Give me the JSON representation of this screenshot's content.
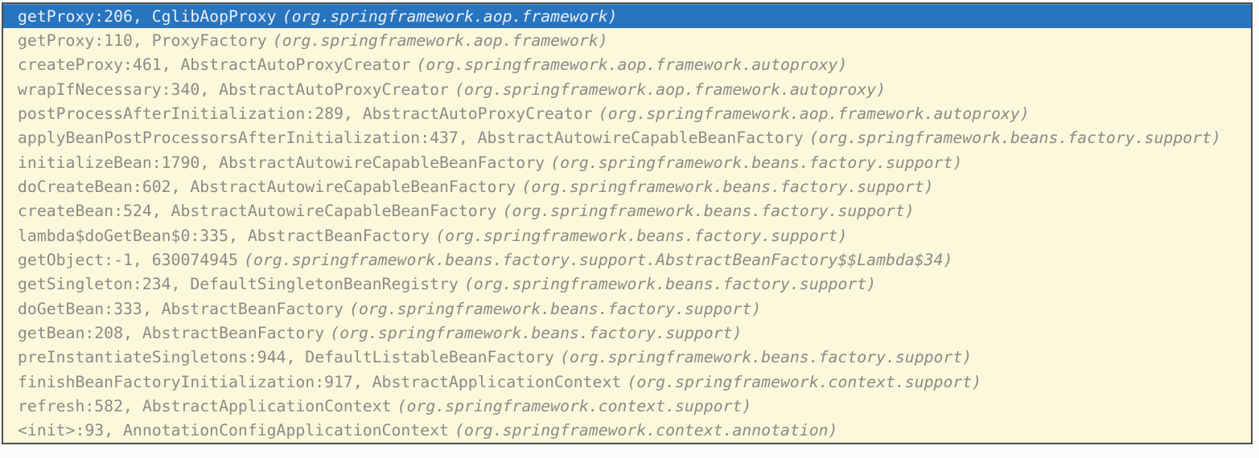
{
  "panel": {
    "name": "debugger-frames-stack-trace",
    "colors": {
      "background": "#fbf8dc",
      "border": "#4f4f4f",
      "selection_background": "#2874be",
      "selection_text": "#e7f0f9",
      "frame_text": "#8b8b85",
      "page_background": "#fbfbfb"
    }
  },
  "frames": {
    "items": [
      {
        "location": "getProxy:206, CglibAopProxy",
        "package_name": "(org.springframework.aop.framework)",
        "selected": true
      },
      {
        "location": "getProxy:110, ProxyFactory",
        "package_name": "(org.springframework.aop.framework)",
        "selected": false
      },
      {
        "location": "createProxy:461, AbstractAutoProxyCreator",
        "package_name": "(org.springframework.aop.framework.autoproxy)",
        "selected": false
      },
      {
        "location": "wrapIfNecessary:340, AbstractAutoProxyCreator",
        "package_name": "(org.springframework.aop.framework.autoproxy)",
        "selected": false
      },
      {
        "location": "postProcessAfterInitialization:289, AbstractAutoProxyCreator",
        "package_name": "(org.springframework.aop.framework.autoproxy)",
        "selected": false
      },
      {
        "location": "applyBeanPostProcessorsAfterInitialization:437, AbstractAutowireCapableBeanFactory",
        "package_name": "(org.springframework.beans.factory.support)",
        "selected": false
      },
      {
        "location": "initializeBean:1790, AbstractAutowireCapableBeanFactory",
        "package_name": "(org.springframework.beans.factory.support)",
        "selected": false
      },
      {
        "location": "doCreateBean:602, AbstractAutowireCapableBeanFactory",
        "package_name": "(org.springframework.beans.factory.support)",
        "selected": false
      },
      {
        "location": "createBean:524, AbstractAutowireCapableBeanFactory",
        "package_name": "(org.springframework.beans.factory.support)",
        "selected": false
      },
      {
        "location": "lambda$doGetBean$0:335, AbstractBeanFactory",
        "package_name": "(org.springframework.beans.factory.support)",
        "selected": false
      },
      {
        "location": "getObject:-1, 630074945",
        "package_name": "(org.springframework.beans.factory.support.AbstractBeanFactory$$Lambda$34)",
        "selected": false
      },
      {
        "location": "getSingleton:234, DefaultSingletonBeanRegistry",
        "package_name": "(org.springframework.beans.factory.support)",
        "selected": false
      },
      {
        "location": "doGetBean:333, AbstractBeanFactory",
        "package_name": "(org.springframework.beans.factory.support)",
        "selected": false
      },
      {
        "location": "getBean:208, AbstractBeanFactory",
        "package_name": "(org.springframework.beans.factory.support)",
        "selected": false
      },
      {
        "location": "preInstantiateSingletons:944, DefaultListableBeanFactory",
        "package_name": "(org.springframework.beans.factory.support)",
        "selected": false
      },
      {
        "location": "finishBeanFactoryInitialization:917, AbstractApplicationContext",
        "package_name": "(org.springframework.context.support)",
        "selected": false
      },
      {
        "location": "refresh:582, AbstractApplicationContext",
        "package_name": "(org.springframework.context.support)",
        "selected": false
      },
      {
        "location": "<init>:93, AnnotationConfigApplicationContext",
        "package_name": "(org.springframework.context.annotation)",
        "selected": false
      }
    ]
  }
}
